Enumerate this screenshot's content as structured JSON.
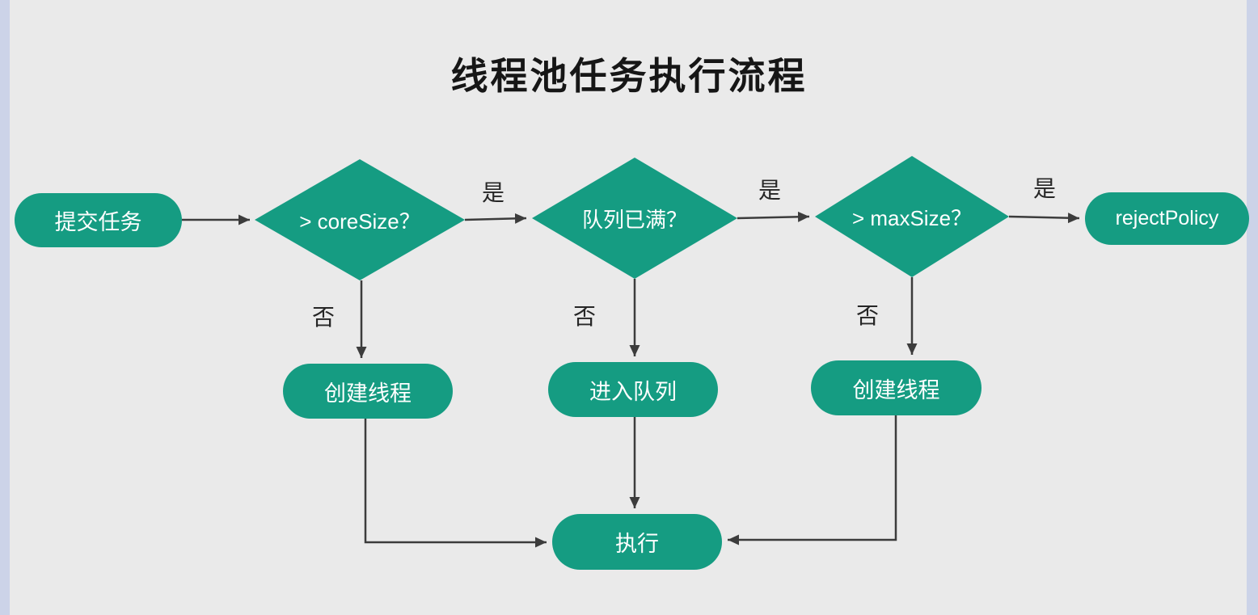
{
  "title": "线程池任务执行流程",
  "colors": {
    "shape": "#159c82",
    "arrow": "#3c3c3c",
    "background": "#eaeaea"
  },
  "nodes": {
    "submit": "提交任务",
    "core_size": "> coreSize？",
    "queue_full": "队列已满？",
    "max_size": "> maxSize？",
    "reject": "rejectPolicy",
    "create_thread_left": "创建线程",
    "enqueue": "进入队列",
    "create_thread_right": "创建线程",
    "execute": "执行"
  },
  "labels": {
    "yes": "是",
    "no": "否"
  }
}
